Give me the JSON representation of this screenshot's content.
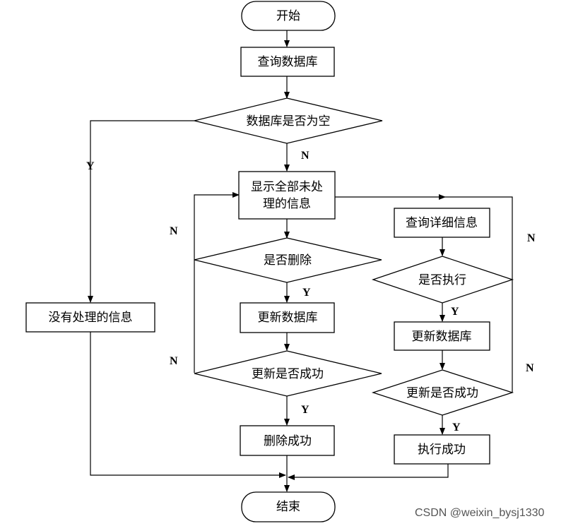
{
  "flowchart": {
    "start": "开始",
    "query_db": "查询数据库",
    "db_empty": "数据库是否为空",
    "no_processing_info": "没有处理的信息",
    "show_unprocessed_line1": "显示全部未处",
    "show_unprocessed_line2": "理的信息",
    "is_delete": "是否删除",
    "update_db_left": "更新数据库",
    "update_success_left": "更新是否成功",
    "delete_success": "删除成功",
    "query_detail": "查询详细信息",
    "is_execute": "是否执行",
    "update_db_right": "更新数据库",
    "update_success_right": "更新是否成功",
    "execute_success": "执行成功",
    "end": "结束"
  },
  "edge_labels": {
    "db_empty_yes": "Y",
    "db_empty_no": "N",
    "is_delete_no": "N",
    "is_delete_yes": "Y",
    "update_left_no": "N",
    "update_left_yes": "Y",
    "is_execute_no": "N",
    "is_execute_yes": "Y",
    "update_right_no": "N",
    "update_right_yes": "Y"
  },
  "watermark": "CSDN @weixin_bysj1330"
}
